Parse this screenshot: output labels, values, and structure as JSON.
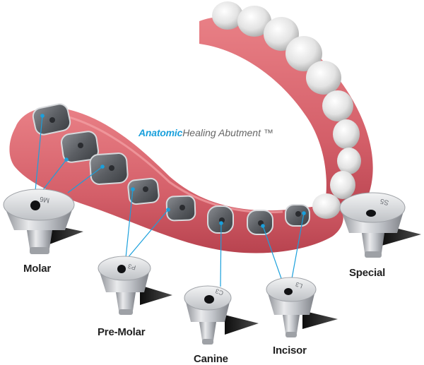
{
  "caption": {
    "brand": "Anatomic",
    "rest": "Healing Abutment ™"
  },
  "labels": {
    "molar": "Molar",
    "premolar": "Pre-Molar",
    "canine": "Canine",
    "incisor": "Incisor",
    "special": "Special"
  },
  "abutment_codes": {
    "molar": "M6",
    "premolar": "P3",
    "canine": "C3",
    "incisor": "L3",
    "special": "S5"
  },
  "colors": {
    "accent": "#1aa0dc",
    "gum": "#d9636c",
    "metal": "#b9bcc2",
    "label": "#222222"
  }
}
